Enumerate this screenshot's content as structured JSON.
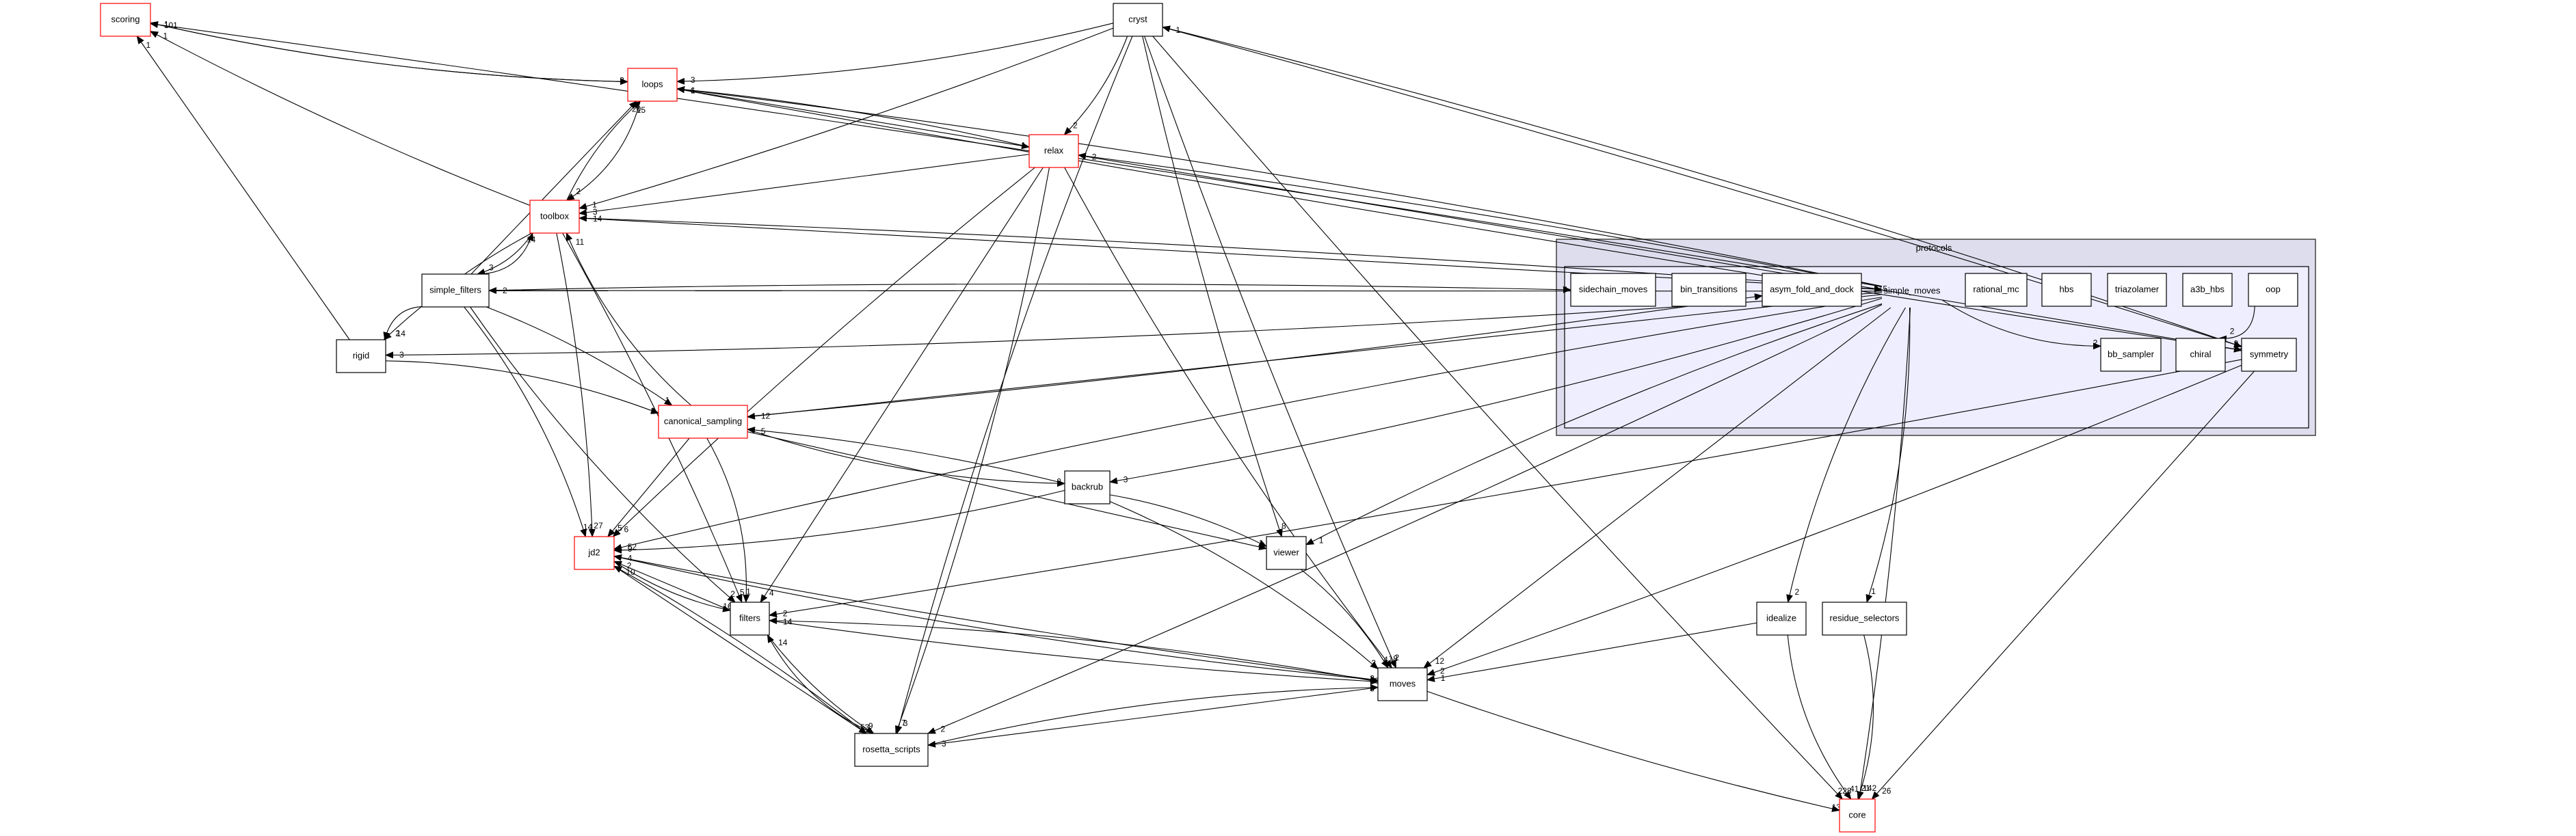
{
  "graph": {
    "title": "protocols directory dependency graph",
    "cluster": {
      "label": "protocols",
      "inner_label": "simple_moves"
    },
    "nodes": [
      {
        "id": "scoring",
        "label": "scoring",
        "highlight": true
      },
      {
        "id": "cryst",
        "label": "cryst",
        "highlight": false
      },
      {
        "id": "loops",
        "label": "loops",
        "highlight": true
      },
      {
        "id": "relax",
        "label": "relax",
        "highlight": true
      },
      {
        "id": "toolbox",
        "label": "toolbox",
        "highlight": true
      },
      {
        "id": "simple_filters",
        "label": "simple_filters",
        "highlight": false
      },
      {
        "id": "rigid",
        "label": "rigid",
        "highlight": false
      },
      {
        "id": "canonical_sampling",
        "label": "canonical_sampling",
        "highlight": true
      },
      {
        "id": "backrub",
        "label": "backrub",
        "highlight": false
      },
      {
        "id": "viewer",
        "label": "viewer",
        "highlight": false
      },
      {
        "id": "jd2",
        "label": "jd2",
        "highlight": true
      },
      {
        "id": "filters",
        "label": "filters",
        "highlight": false
      },
      {
        "id": "moves",
        "label": "moves",
        "highlight": false
      },
      {
        "id": "rosetta_scripts",
        "label": "rosetta_scripts",
        "highlight": false
      },
      {
        "id": "core",
        "label": "core",
        "highlight": true
      },
      {
        "id": "idealize",
        "label": "idealize",
        "highlight": false
      },
      {
        "id": "residue_selectors",
        "label": "residue_selectors",
        "highlight": false
      },
      {
        "id": "sidechain_moves",
        "label": "sidechain_moves",
        "highlight": false
      },
      {
        "id": "bin_transitions",
        "label": "bin_transitions",
        "highlight": false
      },
      {
        "id": "asym_fold_and_dock",
        "label": "asym_fold_and_dock",
        "highlight": false
      },
      {
        "id": "rational_mc",
        "label": "rational_mc",
        "highlight": false
      },
      {
        "id": "hbs",
        "label": "hbs",
        "highlight": false
      },
      {
        "id": "triazolamer",
        "label": "triazolamer",
        "highlight": false
      },
      {
        "id": "a3b_hbs",
        "label": "a3b_hbs",
        "highlight": false
      },
      {
        "id": "oop",
        "label": "oop",
        "highlight": false
      },
      {
        "id": "bb_sampler",
        "label": "bb_sampler",
        "highlight": false
      },
      {
        "id": "chiral",
        "label": "chiral",
        "highlight": false
      },
      {
        "id": "symmetry",
        "label": "symmetry",
        "highlight": false
      }
    ],
    "edges": [
      {
        "from": "loops",
        "to": "scoring",
        "label": "1"
      },
      {
        "from": "toolbox",
        "to": "scoring",
        "label": "1"
      },
      {
        "from": "rigid",
        "to": "scoring",
        "label": "1"
      },
      {
        "from": "simple_moves",
        "to": "scoring",
        "label": "101"
      },
      {
        "from": "scoring",
        "to": "loops",
        "label": "3"
      },
      {
        "from": "cryst",
        "to": "loops",
        "label": "3"
      },
      {
        "from": "toolbox",
        "to": "loops",
        "label": "15"
      },
      {
        "from": "simple_filters",
        "to": "loops",
        "label": "20"
      },
      {
        "from": "relax",
        "to": "loops",
        "label": "1"
      },
      {
        "from": "simple_moves",
        "to": "loops",
        "label": "6"
      },
      {
        "from": "loops",
        "to": "toolbox",
        "label": "2"
      },
      {
        "from": "cryst",
        "to": "toolbox",
        "label": "1"
      },
      {
        "from": "relax",
        "to": "toolbox",
        "label": "3"
      },
      {
        "from": "simple_moves",
        "to": "toolbox",
        "label": "14"
      },
      {
        "from": "simple_filters",
        "to": "toolbox",
        "label": "14"
      },
      {
        "from": "canonical_sampling",
        "to": "toolbox",
        "label": "11"
      },
      {
        "from": "toolbox",
        "to": "simple_filters",
        "label": "3"
      },
      {
        "from": "simple_moves",
        "to": "simple_filters",
        "label": "2"
      },
      {
        "from": "toolbox",
        "to": "rigid",
        "label": "2"
      },
      {
        "from": "simple_filters",
        "to": "rigid",
        "label": "14"
      },
      {
        "from": "simple_moves",
        "to": "rigid",
        "label": "3"
      },
      {
        "from": "cryst",
        "to": "relax",
        "label": "2"
      },
      {
        "from": "loops",
        "to": "relax",
        "label": "1"
      },
      {
        "from": "simple_moves",
        "to": "relax",
        "label": "2"
      },
      {
        "from": "symmetry",
        "to": "cryst",
        "label": "1"
      },
      {
        "from": "rigid",
        "to": "canonical_sampling",
        "label": "2"
      },
      {
        "from": "simple_filters",
        "to": "canonical_sampling",
        "label": "1"
      },
      {
        "from": "simple_moves",
        "to": "canonical_sampling",
        "label": "12"
      },
      {
        "from": "backrub",
        "to": "canonical_sampling",
        "label": "5"
      },
      {
        "from": "canonical_sampling",
        "to": "backrub",
        "label": "2"
      },
      {
        "from": "simple_moves",
        "to": "backrub",
        "label": "3"
      },
      {
        "from": "backrub",
        "to": "viewer",
        "label": "1"
      },
      {
        "from": "canonical_sampling",
        "to": "viewer",
        "label": "1"
      },
      {
        "from": "cryst",
        "to": "viewer",
        "label": "8"
      },
      {
        "from": "simple_moves",
        "to": "viewer",
        "label": "1"
      },
      {
        "from": "simple_filters",
        "to": "jd2",
        "label": "14"
      },
      {
        "from": "toolbox",
        "to": "jd2",
        "label": "27"
      },
      {
        "from": "canonical_sampling",
        "to": "jd2",
        "label": "5"
      },
      {
        "from": "relax",
        "to": "jd2",
        "label": "6"
      },
      {
        "from": "simple_moves",
        "to": "jd2",
        "label": "52"
      },
      {
        "from": "backrub",
        "to": "jd2",
        "label": "9"
      },
      {
        "from": "moves",
        "to": "jd2",
        "label": "4"
      },
      {
        "from": "filters",
        "to": "jd2",
        "label": "2"
      },
      {
        "from": "rosetta_scripts",
        "to": "jd2",
        "label": "10"
      },
      {
        "from": "simple_filters",
        "to": "filters",
        "label": "2"
      },
      {
        "from": "canonical_sampling",
        "to": "filters",
        "label": "1"
      },
      {
        "from": "toolbox",
        "to": "filters",
        "label": "5"
      },
      {
        "from": "relax",
        "to": "filters",
        "label": "4"
      },
      {
        "from": "jd2",
        "to": "filters",
        "label": "16"
      },
      {
        "from": "moves",
        "to": "filters",
        "label": "14"
      },
      {
        "from": "rosetta_scripts",
        "to": "filters",
        "label": "14"
      },
      {
        "from": "symmetry",
        "to": "filters",
        "label": "2"
      },
      {
        "from": "simple_moves",
        "to": "moves",
        "label": "12"
      },
      {
        "from": "cryst",
        "to": "moves",
        "label": "2"
      },
      {
        "from": "relax",
        "to": "moves",
        "label": "18"
      },
      {
        "from": "backrub",
        "to": "moves",
        "label": "3"
      },
      {
        "from": "viewer",
        "to": "moves",
        "label": "4"
      },
      {
        "from": "idealize",
        "to": "moves",
        "label": "1"
      },
      {
        "from": "filters",
        "to": "moves",
        "label": "60"
      },
      {
        "from": "jd2",
        "to": "moves",
        "label": "3"
      },
      {
        "from": "rosetta_scripts",
        "to": "moves",
        "label": "3"
      },
      {
        "from": "symmetry",
        "to": "moves",
        "label": "2"
      },
      {
        "from": "jd2",
        "to": "rosetta_scripts",
        "label": "53"
      },
      {
        "from": "filters",
        "to": "rosetta_scripts",
        "label": "9"
      },
      {
        "from": "cryst",
        "to": "rosetta_scripts",
        "label": "3"
      },
      {
        "from": "relax",
        "to": "rosetta_scripts",
        "label": "7"
      },
      {
        "from": "simple_moves",
        "to": "rosetta_scripts",
        "label": "2"
      },
      {
        "from": "moves",
        "to": "rosetta_scripts",
        "label": "3"
      },
      {
        "from": "moves",
        "to": "core",
        "label": "138"
      },
      {
        "from": "idealize",
        "to": "core",
        "label": "41"
      },
      {
        "from": "residue_selectors",
        "to": "core",
        "label": "21"
      },
      {
        "from": "simple_moves",
        "to": "core",
        "label": "142"
      },
      {
        "from": "symmetry",
        "to": "core",
        "label": "26"
      },
      {
        "from": "cryst",
        "to": "core",
        "label": "228"
      },
      {
        "from": "simple_moves",
        "to": "idealize",
        "label": "2"
      },
      {
        "from": "simple_moves",
        "to": "residue_selectors",
        "label": "1"
      },
      {
        "from": "simple_filters",
        "to": "sidechain_moves",
        "label": "7"
      },
      {
        "from": "toolbox",
        "to": "simple_moves",
        "label": "215"
      },
      {
        "from": "canonical_sampling",
        "to": "asym_fold_and_dock",
        "label": "9"
      },
      {
        "from": "simple_moves",
        "to": "bb_sampler",
        "label": "2"
      },
      {
        "from": "oop",
        "to": "chiral",
        "label": "2"
      },
      {
        "from": "cryst",
        "to": "symmetry",
        "label": "9"
      },
      {
        "from": "relax",
        "to": "symmetry",
        "label": "2"
      },
      {
        "from": "loops",
        "to": "symmetry",
        "label": "12"
      }
    ]
  }
}
